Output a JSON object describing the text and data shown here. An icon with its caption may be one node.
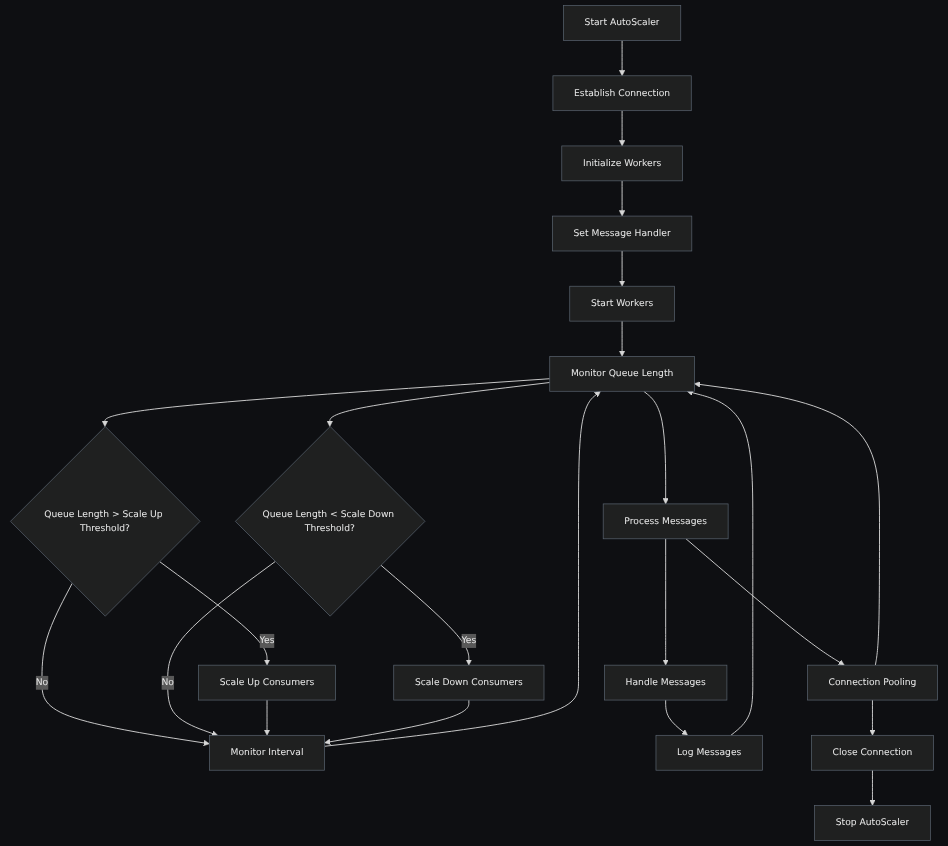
{
  "diagram": {
    "nodes": [
      {
        "text": [
          "Start AutoScaler"
        ]
      },
      {
        "text": [
          "Establish Connection"
        ]
      },
      {
        "text": [
          "Initialize Workers"
        ]
      },
      {
        "text": [
          "Set Message Handler"
        ]
      },
      {
        "text": [
          "Start Workers"
        ]
      },
      {
        "text": [
          "Monitor Queue Length"
        ]
      },
      {
        "text": [
          "Queue Length > Scale Up Threshold?"
        ]
      },
      {
        "text": [
          "Queue Length < Scale Down Threshold?"
        ]
      },
      {
        "text": [
          "Process Messages"
        ]
      },
      {
        "text": [
          "Scale Up Consumers"
        ]
      },
      {
        "text": [
          "Scale Down Consumers"
        ]
      },
      {
        "text": [
          "Monitor Interval"
        ]
      },
      {
        "text": [
          "Handle Messages"
        ]
      },
      {
        "text": [
          "Log Messages"
        ]
      },
      {
        "text": [
          "Connection Pooling"
        ]
      },
      {
        "text": [
          "Close Connection"
        ]
      },
      {
        "text": [
          "Stop AutoScaler"
        ]
      }
    ],
    "edges": [
      {
        "from": 0,
        "to": 1,
        "arrow": "to"
      },
      {
        "from": 1,
        "to": 2,
        "arrow": "to"
      },
      {
        "from": 2,
        "to": 3,
        "arrow": "to"
      },
      {
        "from": 3,
        "to": 4,
        "arrow": "to"
      },
      {
        "from": 4,
        "to": 5,
        "arrow": "to"
      },
      {
        "from": 5,
        "to": 6,
        "arrow": "to"
      },
      {
        "from": 5,
        "to": 7,
        "arrow": "to"
      },
      {
        "from": 5,
        "to": 8,
        "arrow": "to"
      },
      {
        "from": 6,
        "to": 9,
        "label": "Yes",
        "arrow": "to"
      },
      {
        "from": 6,
        "to": 11,
        "label": "No",
        "arrow": "to"
      },
      {
        "from": 7,
        "to": 10,
        "label": "Yes",
        "arrow": "to"
      },
      {
        "from": 7,
        "to": 11,
        "label": "No",
        "arrow": "to"
      },
      {
        "from": 9,
        "to": 11,
        "arrow": "to"
      },
      {
        "from": 10,
        "to": 11,
        "arrow": "to"
      },
      {
        "from": 11,
        "to": 5,
        "arrow": "to"
      },
      {
        "from": 8,
        "to": 12,
        "arrow": "to"
      },
      {
        "from": 8,
        "to": 14,
        "arrow": "to"
      },
      {
        "from": 12,
        "to": 13,
        "arrow": "to"
      },
      {
        "from": 13,
        "to": 5,
        "arrow": "to"
      },
      {
        "from": 14,
        "to": 5,
        "arrow": "to"
      },
      {
        "from": 14,
        "to": 15,
        "arrow": "to"
      },
      {
        "from": 15,
        "to": 16,
        "arrow": "to"
      }
    ]
  }
}
